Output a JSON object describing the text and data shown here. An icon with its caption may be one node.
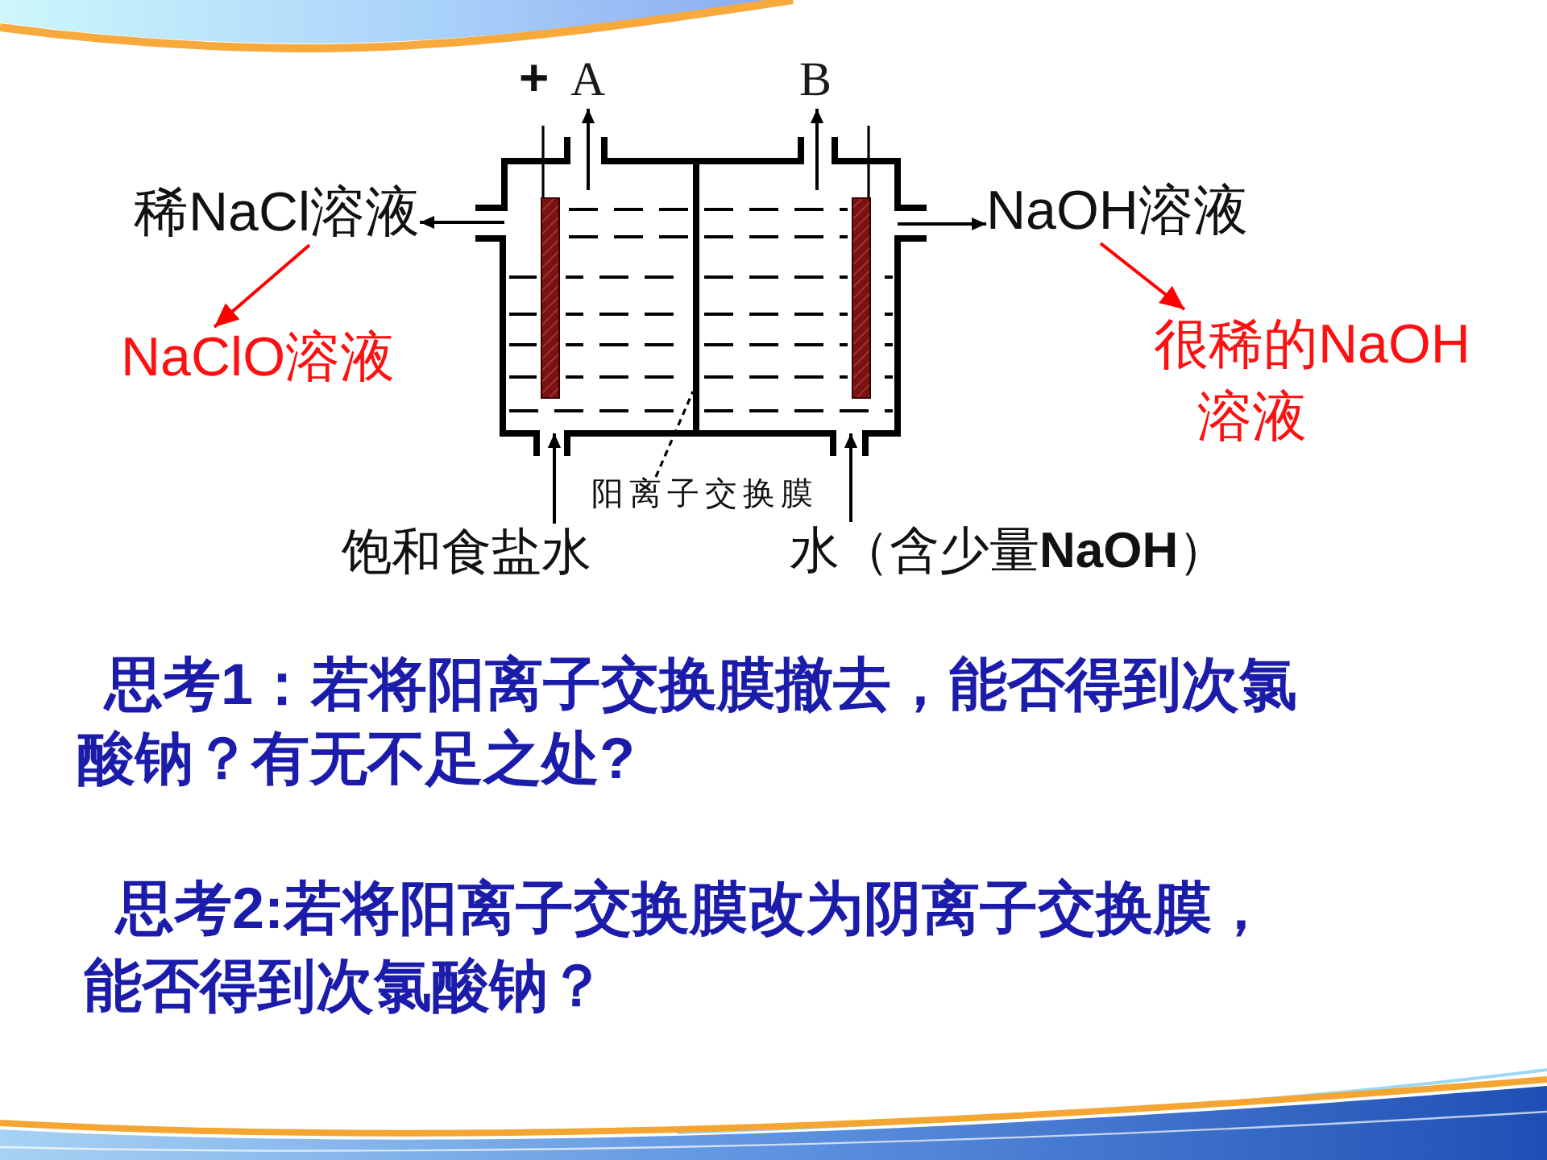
{
  "diagram": {
    "nodes": [
      {
        "text": [
          "A"
        ]
      },
      {
        "text": [
          "B"
        ]
      },
      {
        "text": [
          "稀NaCl溶液"
        ]
      },
      {
        "text": [
          "NaOH溶液"
        ]
      },
      {
        "text": [
          "NaClO溶液"
        ]
      },
      {
        "text": [
          "很稀的NaOH溶液"
        ]
      },
      {
        "text": [],
        "shape": "box"
      },
      {
        "text": [],
        "shape": "bar"
      },
      {
        "text": [],
        "shape": "box"
      },
      {
        "text": [
          "阳离子交换膜"
        ]
      },
      {
        "text": [
          "饱和食盐水"
        ]
      },
      {
        "text": [
          "水（含少量**NaOH**）"
        ]
      }
    ],
    "edges": [
      {
        "from": 6,
        "to": 0,
        "arrow": "to"
      },
      {
        "from": 8,
        "to": 1,
        "arrow": "to"
      },
      {
        "from": 6,
        "to": 2,
        "arrow": "to"
      },
      {
        "from": 8,
        "to": 3,
        "arrow": "to"
      },
      {
        "from": 2,
        "to": 4,
        "arrow": "to",
        "color": "#ff0000"
      },
      {
        "from": 3,
        "to": 5,
        "arrow": "to",
        "color": "#ff0000"
      },
      {
        "from": 10,
        "to": 6,
        "arrow": "to"
      },
      {
        "from": 11,
        "to": 8,
        "arrow": "to"
      },
      {
        "from": 9,
        "to": 7,
        "arrow": "none",
        "style": "dashed"
      }
    ],
    "labels": [
      "+",
      "思考1：若将阳离子交换膜撤去，能否得到次氯酸钠？有无不足之处?",
      "思考2:若将阳离子交换膜改为阴离子交换膜，能否得到次氯酸钠？"
    ]
  }
}
